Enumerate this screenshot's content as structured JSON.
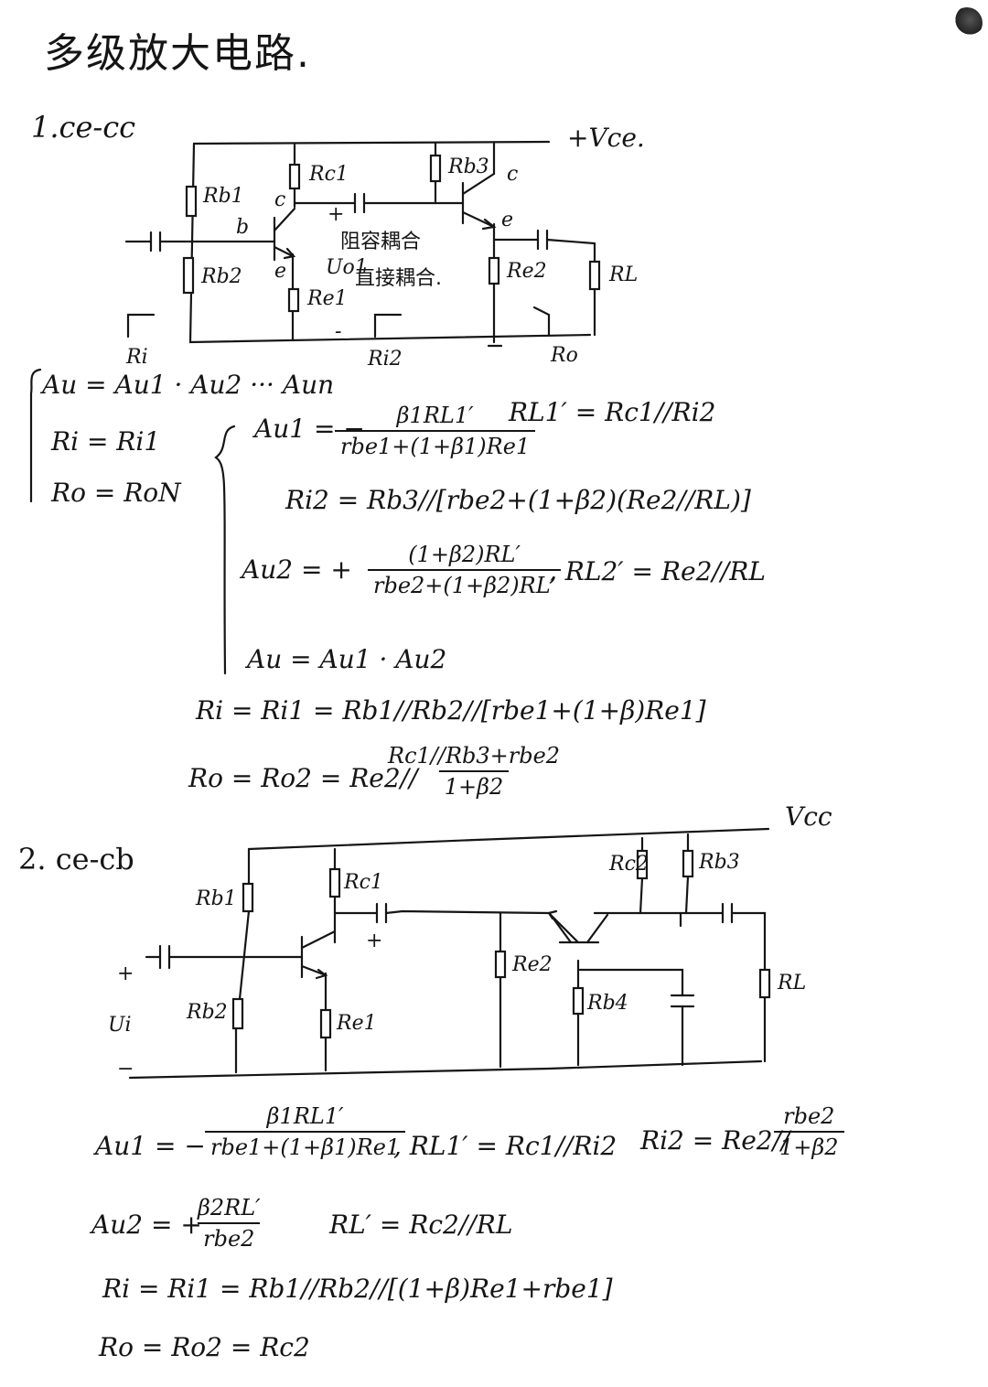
{
  "title": "多级放大电路.",
  "sec1": {
    "heading": "1.ce-cc",
    "vcc": "+Vce.",
    "labels": {
      "rb1": "Rb1",
      "rb2": "Rb2",
      "rc1": "Rc1",
      "re1": "Re1",
      "rb3": "Rb3",
      "re2": "Re2",
      "rl": "RL",
      "b": "b",
      "c1": "c",
      "e1": "e",
      "c2": "c",
      "e2": "e",
      "uo1": "Uo1",
      "plus": "+",
      "minus": "-",
      "ri": "Ri",
      "ri2": "Ri2",
      "ro": "Ro",
      "coupling1": "阻容耦合",
      "coupling2": "直接耦合."
    },
    "sys_au": "Au = Au1 · Au2 ··· Aun",
    "sys_ri": "Ri = Ri1",
    "sys_ro": "Ro = RoN",
    "au1_lhs": "Au1 = −",
    "au1_num": "β1RL1′",
    "au1_den": "rbe1+(1+β1)Re1",
    "rl1": "RL1′ = Rc1//Ri2",
    "ri2": "Ri2 = Rb3//[rbe2+(1+β2)(Re2//RL)]",
    "au2_lhs": "Au2 = +",
    "au2_num": "(1+β2)RL′",
    "au2_den": "rbe2+(1+β2)RL′",
    "rl2": ", RL2′ = Re2//RL",
    "au": "Au = Au1 · Au2",
    "ri": "Ri = Ri1 = Rb1//Rb2//[rbe1+(1+β)Re1]",
    "ro_lhs": "Ro = Ro2 = Re2//",
    "ro_num": "Rc1//Rb3+rbe2",
    "ro_den": "1+β2"
  },
  "sec2": {
    "heading": "2. ce-cb",
    "vcc": "Vcc",
    "labels": {
      "rb1": "Rb1",
      "rb2": "Rb2",
      "rc1": "Rc1",
      "re1": "Re1",
      "re2": "Re2",
      "rc2": "Rc2",
      "rb3": "Rb3",
      "rb4": "Rb4",
      "rl": "RL",
      "plus_in": "+",
      "plus_cap": "+",
      "ui": "Ui",
      "minus": "−"
    },
    "au1_lhs": "Au1 = −",
    "au1_num": "β1RL1′",
    "au1_den": "rbe1+(1+β1)Re1",
    "rl1": ", RL1′ = Rc1//Ri2",
    "ri2_lhs": "Ri2 = Re2//",
    "ri2_num": "rbe2",
    "ri2_den": "1+β2",
    "au2_lhs": "Au2 = +",
    "au2_num": "β2RL′",
    "au2_den": "rbe2",
    "rl2": "RL′ = Rc2//RL",
    "ri": "Ri = Ri1 = Rb1//Rb2//[(1+β)Re1+rbe1]",
    "ro": "Ro = Ro2 = Rc2"
  }
}
